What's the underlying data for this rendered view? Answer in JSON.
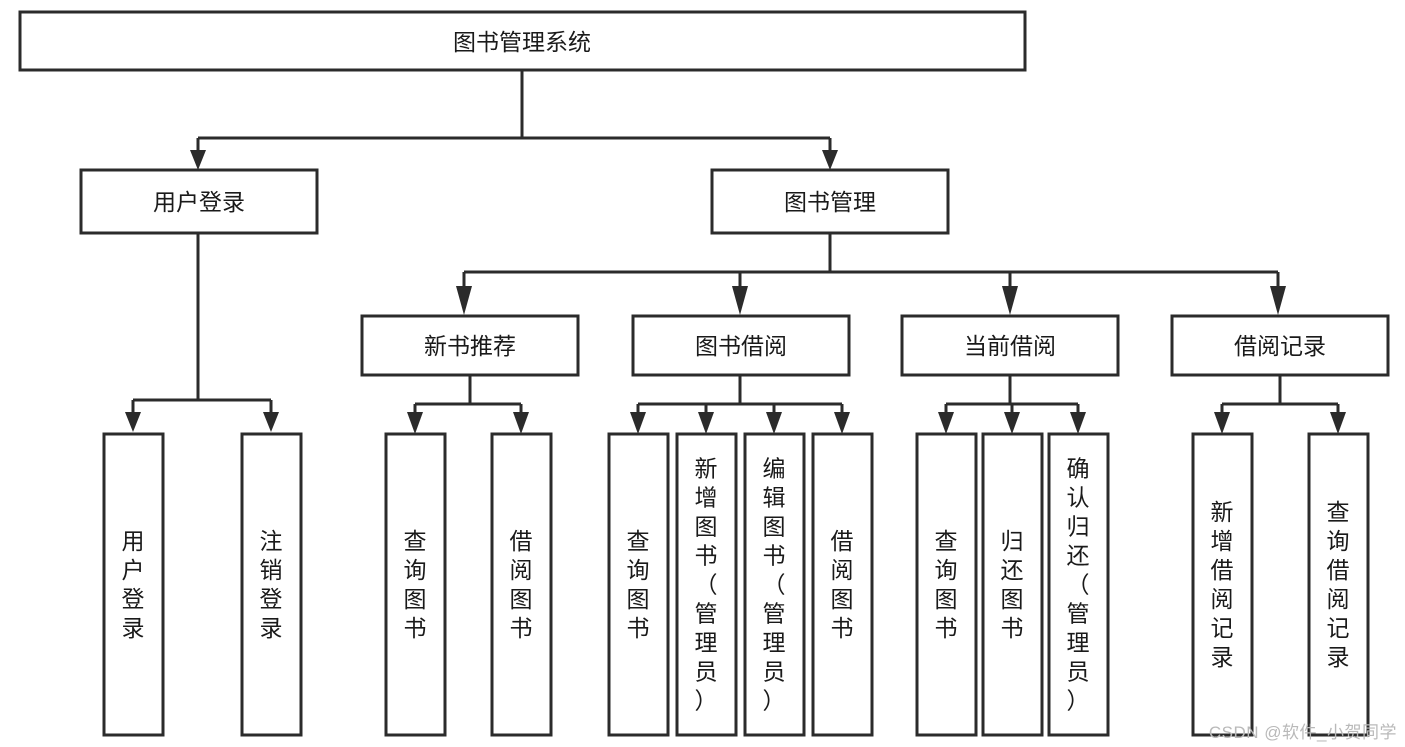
{
  "diagram": {
    "type": "tree-hierarchy",
    "title": "图书管理系统",
    "root": {
      "id": "root",
      "label": "图书管理系统",
      "orientation": "horizontal"
    },
    "level2": [
      {
        "id": "user-login",
        "label": "用户登录",
        "orientation": "horizontal"
      },
      {
        "id": "book-manage",
        "label": "图书管理",
        "orientation": "horizontal"
      }
    ],
    "level3": [
      {
        "id": "new-book-recommend",
        "label": "新书推荐",
        "orientation": "horizontal",
        "parent": "book-manage"
      },
      {
        "id": "book-borrow",
        "label": "图书借阅",
        "orientation": "horizontal",
        "parent": "book-manage"
      },
      {
        "id": "current-borrow",
        "label": "当前借阅",
        "orientation": "horizontal",
        "parent": "book-manage"
      },
      {
        "id": "borrow-record",
        "label": "借阅记录",
        "orientation": "horizontal",
        "parent": "book-manage"
      }
    ],
    "leaves": [
      {
        "id": "leaf-user-login",
        "label": "用户登录",
        "orientation": "vertical",
        "parent": "user-login"
      },
      {
        "id": "leaf-logout-login",
        "label": "注销登录",
        "orientation": "vertical",
        "parent": "user-login"
      },
      {
        "id": "leaf-query-book-1",
        "label": "查询图书",
        "orientation": "vertical",
        "parent": "new-book-recommend"
      },
      {
        "id": "leaf-borrow-book-1",
        "label": "借阅图书",
        "orientation": "vertical",
        "parent": "new-book-recommend"
      },
      {
        "id": "leaf-query-book-2",
        "label": "查询图书",
        "orientation": "vertical",
        "parent": "book-borrow"
      },
      {
        "id": "leaf-add-book",
        "label": "新增图书（管理员）",
        "orientation": "vertical",
        "parent": "book-borrow"
      },
      {
        "id": "leaf-edit-book",
        "label": "编辑图书（管理员）",
        "orientation": "vertical",
        "parent": "book-borrow"
      },
      {
        "id": "leaf-borrow-book-2",
        "label": "借阅图书",
        "orientation": "vertical",
        "parent": "book-borrow"
      },
      {
        "id": "leaf-query-book-3",
        "label": "查询图书",
        "orientation": "vertical",
        "parent": "current-borrow"
      },
      {
        "id": "leaf-return-book",
        "label": "归还图书",
        "orientation": "vertical",
        "parent": "current-borrow"
      },
      {
        "id": "leaf-confirm-return",
        "label": "确认归还（管理员）",
        "orientation": "vertical",
        "parent": "current-borrow"
      },
      {
        "id": "leaf-add-record",
        "label": "新增借阅记录",
        "orientation": "vertical",
        "parent": "borrow-record"
      },
      {
        "id": "leaf-query-record",
        "label": "查询借阅记录",
        "orientation": "vertical",
        "parent": "borrow-record"
      }
    ],
    "colors": {
      "stroke": "#2b2b2b",
      "fill": "#ffffff",
      "text": "#1a1a1a",
      "watermark": "#b9b9b9"
    }
  },
  "watermark": {
    "text": "CSDN @软件_小贺同学"
  }
}
